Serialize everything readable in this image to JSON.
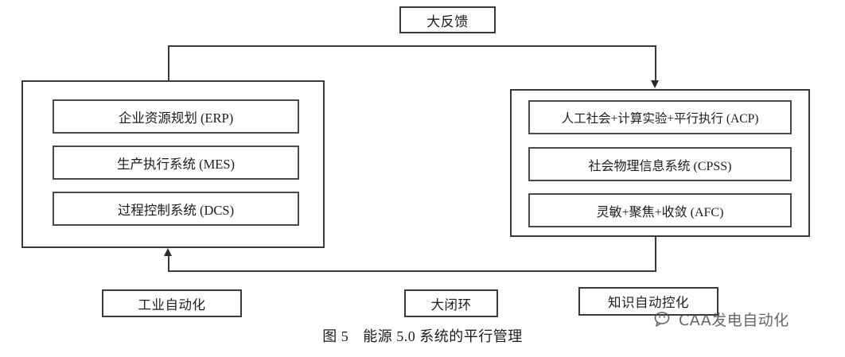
{
  "figure": {
    "caption_number": "图 5",
    "caption_title": "能源 5.0 系统的平行管理"
  },
  "nodes": {
    "feedback_label": "大反馈",
    "left_panel": {
      "items": [
        "企业资源规划 (ERP)",
        "生产执行系统 (MES)",
        "过程控制系统 (DCS)"
      ]
    },
    "right_panel": {
      "items": [
        "人工社会+计算实验+平行执行 (ACP)",
        "社会物理信息系统 (CPSS)",
        "灵敏+聚焦+收敛 (AFC)"
      ]
    },
    "bottom_labels": [
      "工业自动化",
      "大闭环",
      "知识自动控化"
    ]
  },
  "connectors": {
    "top_arrow_icon": "arrow-down-icon",
    "bottom_arrow_icon": "arrow-up-icon"
  },
  "watermark": {
    "icon": "wechat-logo-icon",
    "text": "CAA发电自动化"
  },
  "colors": {
    "stroke": "#3a3a3a",
    "text": "#1c1c1c",
    "background": "#ffffff",
    "watermark": "#4b4b4b"
  }
}
